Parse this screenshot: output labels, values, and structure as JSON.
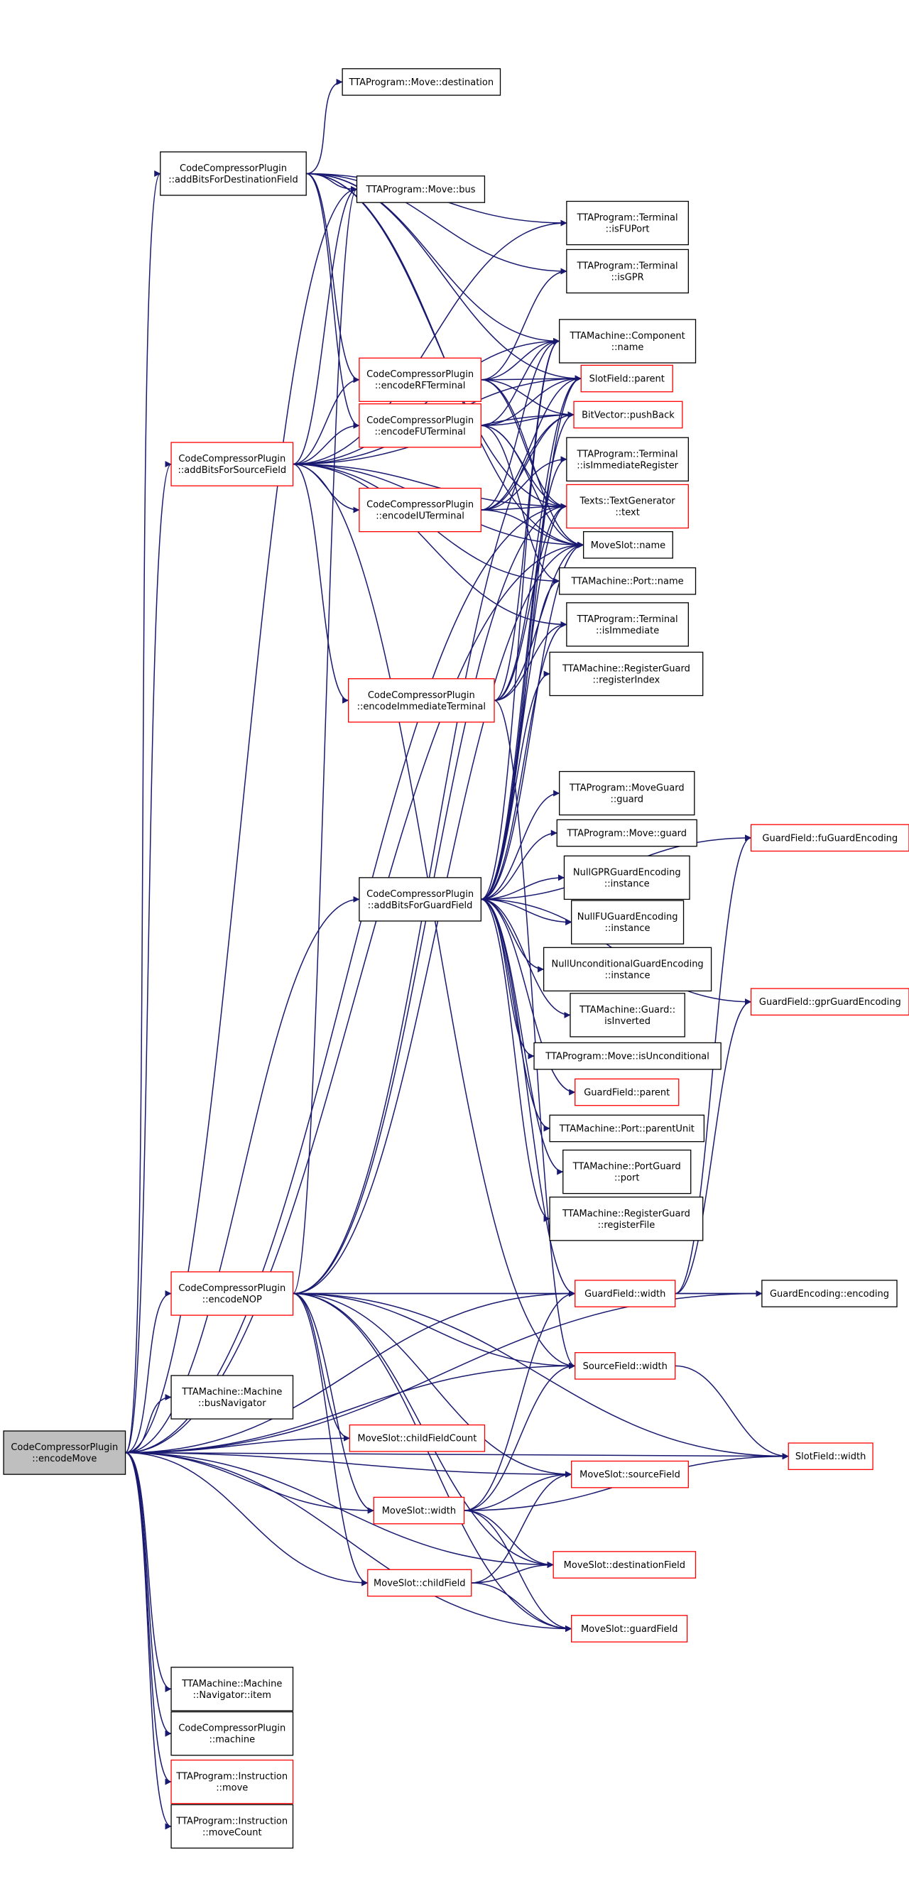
{
  "colors": {
    "edge": "#191970",
    "link_border": "#ff0000",
    "plain_border": "#000000",
    "root_fill": "#bfbfbf"
  },
  "nodes": [
    {
      "id": "root",
      "lines": [
        "CodeCompressorPlugin",
        "::encodeMove"
      ],
      "style": "root"
    },
    {
      "id": "addDest",
      "lines": [
        "CodeCompressorPlugin",
        "::addBitsForDestinationField"
      ],
      "style": "plain"
    },
    {
      "id": "addSource",
      "lines": [
        "CodeCompressorPlugin",
        "::addBitsForSourceField"
      ],
      "style": "red"
    },
    {
      "id": "addGuard",
      "lines": [
        "CodeCompressorPlugin",
        "::addBitsForGuardField"
      ],
      "style": "plain"
    },
    {
      "id": "encodeNOP",
      "lines": [
        "CodeCompressorPlugin",
        "::encodeNOP"
      ],
      "style": "red"
    },
    {
      "id": "busNav",
      "lines": [
        "TTAMachine::Machine",
        "::busNavigator"
      ],
      "style": "plain"
    },
    {
      "id": "navItem",
      "lines": [
        "TTAMachine::Machine",
        "::Navigator::item"
      ],
      "style": "plain"
    },
    {
      "id": "machine",
      "lines": [
        "CodeCompressorPlugin",
        "::machine"
      ],
      "style": "plain"
    },
    {
      "id": "instMove",
      "lines": [
        "TTAProgram::Instruction",
        "::move"
      ],
      "style": "red"
    },
    {
      "id": "moveCount",
      "lines": [
        "TTAProgram::Instruction",
        "::moveCount"
      ],
      "style": "plain"
    },
    {
      "id": "encRF",
      "lines": [
        "CodeCompressorPlugin",
        "::encodeRFTerminal"
      ],
      "style": "red"
    },
    {
      "id": "encFU",
      "lines": [
        "CodeCompressorPlugin",
        "::encodeFUTerminal"
      ],
      "style": "red"
    },
    {
      "id": "encIU",
      "lines": [
        "CodeCompressorPlugin",
        "::encodeIUTerminal"
      ],
      "style": "red"
    },
    {
      "id": "encImm",
      "lines": [
        "CodeCompressorPlugin",
        "::encodeImmediateTerminal"
      ],
      "style": "red"
    },
    {
      "id": "moveDest",
      "lines": [
        "TTAProgram::Move::destination"
      ],
      "style": "plain"
    },
    {
      "id": "moveBus",
      "lines": [
        "TTAProgram::Move::bus"
      ],
      "style": "plain"
    },
    {
      "id": "isFUPort",
      "lines": [
        "TTAProgram::Terminal",
        "::isFUPort"
      ],
      "style": "plain"
    },
    {
      "id": "isGPR",
      "lines": [
        "TTAProgram::Terminal",
        "::isGPR"
      ],
      "style": "plain"
    },
    {
      "id": "compName",
      "lines": [
        "TTAMachine::Component",
        "::name"
      ],
      "style": "plain"
    },
    {
      "id": "slotParent",
      "lines": [
        "SlotField::parent"
      ],
      "style": "red"
    },
    {
      "id": "pushBack",
      "lines": [
        "BitVector::pushBack"
      ],
      "style": "red"
    },
    {
      "id": "isImmReg",
      "lines": [
        "TTAProgram::Terminal",
        "::isImmediateRegister"
      ],
      "style": "plain"
    },
    {
      "id": "textGen",
      "lines": [
        "Texts::TextGenerator",
        "::text"
      ],
      "style": "red"
    },
    {
      "id": "msName",
      "lines": [
        "MoveSlot::name"
      ],
      "style": "plain"
    },
    {
      "id": "portName",
      "lines": [
        "TTAMachine::Port::name"
      ],
      "style": "plain"
    },
    {
      "id": "isImm",
      "lines": [
        "TTAProgram::Terminal",
        "::isImmediate"
      ],
      "style": "plain"
    },
    {
      "id": "rgRegIndex",
      "lines": [
        "TTAMachine::RegisterGuard",
        "::registerIndex"
      ],
      "style": "plain"
    },
    {
      "id": "mgGuard",
      "lines": [
        "TTAProgram::MoveGuard",
        "::guard"
      ],
      "style": "plain"
    },
    {
      "id": "moveGuard",
      "lines": [
        "TTAProgram::Move::guard"
      ],
      "style": "plain"
    },
    {
      "id": "nullGPR",
      "lines": [
        "NullGPRGuardEncoding",
        "::instance"
      ],
      "style": "plain"
    },
    {
      "id": "nullFU",
      "lines": [
        "NullFUGuardEncoding",
        "::instance"
      ],
      "style": "plain"
    },
    {
      "id": "nullUncond",
      "lines": [
        "NullUnconditionalGuardEncoding",
        "::instance"
      ],
      "style": "plain"
    },
    {
      "id": "guardInv",
      "lines": [
        "TTAMachine::Guard::",
        "isInverted"
      ],
      "style": "plain"
    },
    {
      "id": "isUncond",
      "lines": [
        "TTAProgram::Move::isUnconditional"
      ],
      "style": "plain"
    },
    {
      "id": "gfParent",
      "lines": [
        "GuardField::parent"
      ],
      "style": "red"
    },
    {
      "id": "parentUnit",
      "lines": [
        "TTAMachine::Port::parentUnit"
      ],
      "style": "plain"
    },
    {
      "id": "pgPort",
      "lines": [
        "TTAMachine::PortGuard",
        "::port"
      ],
      "style": "plain"
    },
    {
      "id": "rgRegFile",
      "lines": [
        "TTAMachine::RegisterGuard",
        "::registerFile"
      ],
      "style": "plain"
    },
    {
      "id": "fuGuardEnc",
      "lines": [
        "GuardField::fuGuardEncoding"
      ],
      "style": "red"
    },
    {
      "id": "gprGuardEnc",
      "lines": [
        "GuardField::gprGuardEncoding"
      ],
      "style": "red"
    },
    {
      "id": "gfWidth",
      "lines": [
        "GuardField::width"
      ],
      "style": "red"
    },
    {
      "id": "geEncoding",
      "lines": [
        "GuardEncoding::encoding"
      ],
      "style": "plain"
    },
    {
      "id": "sfWidth",
      "lines": [
        "SourceField::width"
      ],
      "style": "red"
    },
    {
      "id": "slotWidth",
      "lines": [
        "SlotField::width"
      ],
      "style": "red"
    },
    {
      "id": "childCount",
      "lines": [
        "MoveSlot::childFieldCount"
      ],
      "style": "red"
    },
    {
      "id": "srcField",
      "lines": [
        "MoveSlot::sourceField"
      ],
      "style": "red"
    },
    {
      "id": "msWidth",
      "lines": [
        "MoveSlot::width"
      ],
      "style": "red"
    },
    {
      "id": "dstField",
      "lines": [
        "MoveSlot::destinationField"
      ],
      "style": "red"
    },
    {
      "id": "childField",
      "lines": [
        "MoveSlot::childField"
      ],
      "style": "red"
    },
    {
      "id": "guardField",
      "lines": [
        "MoveSlot::guardField"
      ],
      "style": "red"
    }
  ],
  "edges": [
    [
      "root",
      "addDest"
    ],
    [
      "root",
      "addSource"
    ],
    [
      "root",
      "addGuard"
    ],
    [
      "root",
      "encodeNOP"
    ],
    [
      "root",
      "busNav"
    ],
    [
      "root",
      "navItem"
    ],
    [
      "root",
      "machine"
    ],
    [
      "root",
      "instMove"
    ],
    [
      "root",
      "moveCount"
    ],
    [
      "root",
      "childCount"
    ],
    [
      "root",
      "srcField"
    ],
    [
      "root",
      "msWidth"
    ],
    [
      "root",
      "dstField"
    ],
    [
      "root",
      "childField"
    ],
    [
      "root",
      "guardField"
    ],
    [
      "root",
      "slotWidth"
    ],
    [
      "root",
      "sfWidth"
    ],
    [
      "root",
      "gfWidth"
    ],
    [
      "root",
      "geEncoding"
    ],
    [
      "root",
      "moveBus"
    ],
    [
      "root",
      "textGen"
    ],
    [
      "root",
      "msName"
    ],
    [
      "addDest",
      "moveDest"
    ],
    [
      "addDest",
      "moveBus"
    ],
    [
      "addDest",
      "isFUPort"
    ],
    [
      "addDest",
      "isGPR"
    ],
    [
      "addDest",
      "compName"
    ],
    [
      "addDest",
      "encRF"
    ],
    [
      "addDest",
      "encFU"
    ],
    [
      "addDest",
      "slotParent"
    ],
    [
      "addDest",
      "textGen"
    ],
    [
      "addDest",
      "msName"
    ],
    [
      "addSource",
      "moveBus"
    ],
    [
      "addSource",
      "isFUPort"
    ],
    [
      "addSource",
      "compName"
    ],
    [
      "addSource",
      "slotParent"
    ],
    [
      "addSource",
      "pushBack"
    ],
    [
      "addSource",
      "encRF"
    ],
    [
      "addSource",
      "encFU"
    ],
    [
      "addSource",
      "encIU"
    ],
    [
      "addSource",
      "encImm"
    ],
    [
      "addSource",
      "textGen"
    ],
    [
      "addSource",
      "msName"
    ],
    [
      "addSource",
      "isImm"
    ],
    [
      "addSource",
      "sfWidth"
    ],
    [
      "addSource",
      "portName"
    ],
    [
      "encRF",
      "isGPR"
    ],
    [
      "encRF",
      "compName"
    ],
    [
      "encRF",
      "slotParent"
    ],
    [
      "encRF",
      "pushBack"
    ],
    [
      "encRF",
      "textGen"
    ],
    [
      "encRF",
      "msName"
    ],
    [
      "encFU",
      "compName"
    ],
    [
      "encFU",
      "slotParent"
    ],
    [
      "encFU",
      "pushBack"
    ],
    [
      "encFU",
      "textGen"
    ],
    [
      "encFU",
      "msName"
    ],
    [
      "encFU",
      "portName"
    ],
    [
      "encIU",
      "compName"
    ],
    [
      "encIU",
      "slotParent"
    ],
    [
      "encIU",
      "pushBack"
    ],
    [
      "encIU",
      "isImmReg"
    ],
    [
      "encIU",
      "textGen"
    ],
    [
      "encIU",
      "msName"
    ],
    [
      "encImm",
      "isImm"
    ],
    [
      "encImm",
      "compName"
    ],
    [
      "encImm",
      "slotParent"
    ],
    [
      "encImm",
      "textGen"
    ],
    [
      "encImm",
      "msName"
    ],
    [
      "encImm",
      "sfWidth"
    ],
    [
      "addGuard",
      "compName"
    ],
    [
      "addGuard",
      "slotParent"
    ],
    [
      "addGuard",
      "pushBack"
    ],
    [
      "addGuard",
      "isImmReg"
    ],
    [
      "addGuard",
      "textGen"
    ],
    [
      "addGuard",
      "msName"
    ],
    [
      "addGuard",
      "portName"
    ],
    [
      "addGuard",
      "isImm"
    ],
    [
      "addGuard",
      "rgRegIndex"
    ],
    [
      "addGuard",
      "mgGuard"
    ],
    [
      "addGuard",
      "moveGuard"
    ],
    [
      "addGuard",
      "nullGPR"
    ],
    [
      "addGuard",
      "nullFU"
    ],
    [
      "addGuard",
      "nullUncond"
    ],
    [
      "addGuard",
      "guardInv"
    ],
    [
      "addGuard",
      "isUncond"
    ],
    [
      "addGuard",
      "gfParent"
    ],
    [
      "addGuard",
      "parentUnit"
    ],
    [
      "addGuard",
      "pgPort"
    ],
    [
      "addGuard",
      "rgRegFile"
    ],
    [
      "addGuard",
      "fuGuardEnc"
    ],
    [
      "addGuard",
      "gprGuardEnc"
    ],
    [
      "addGuard",
      "gfWidth"
    ],
    [
      "encodeNOP",
      "moveBus"
    ],
    [
      "encodeNOP",
      "pushBack"
    ],
    [
      "encodeNOP",
      "textGen"
    ],
    [
      "encodeNOP",
      "msName"
    ],
    [
      "encodeNOP",
      "gfWidth"
    ],
    [
      "encodeNOP",
      "geEncoding"
    ],
    [
      "encodeNOP",
      "sfWidth"
    ],
    [
      "encodeNOP",
      "slotWidth"
    ],
    [
      "encodeNOP",
      "childCount"
    ],
    [
      "encodeNOP",
      "srcField"
    ],
    [
      "encodeNOP",
      "dstField"
    ],
    [
      "encodeNOP",
      "childField"
    ],
    [
      "encodeNOP",
      "guardField"
    ],
    [
      "encodeNOP",
      "msWidth"
    ],
    [
      "gfWidth",
      "fuGuardEnc"
    ],
    [
      "gfWidth",
      "gprGuardEnc"
    ],
    [
      "gfWidth",
      "geEncoding"
    ],
    [
      "sfWidth",
      "slotWidth"
    ],
    [
      "msWidth",
      "srcField"
    ],
    [
      "msWidth",
      "dstField"
    ],
    [
      "msWidth",
      "guardField"
    ],
    [
      "msWidth",
      "slotWidth"
    ],
    [
      "msWidth",
      "gfWidth"
    ],
    [
      "msWidth",
      "sfWidth"
    ],
    [
      "childField",
      "srcField"
    ],
    [
      "childField",
      "dstField"
    ],
    [
      "childField",
      "guardField"
    ]
  ]
}
